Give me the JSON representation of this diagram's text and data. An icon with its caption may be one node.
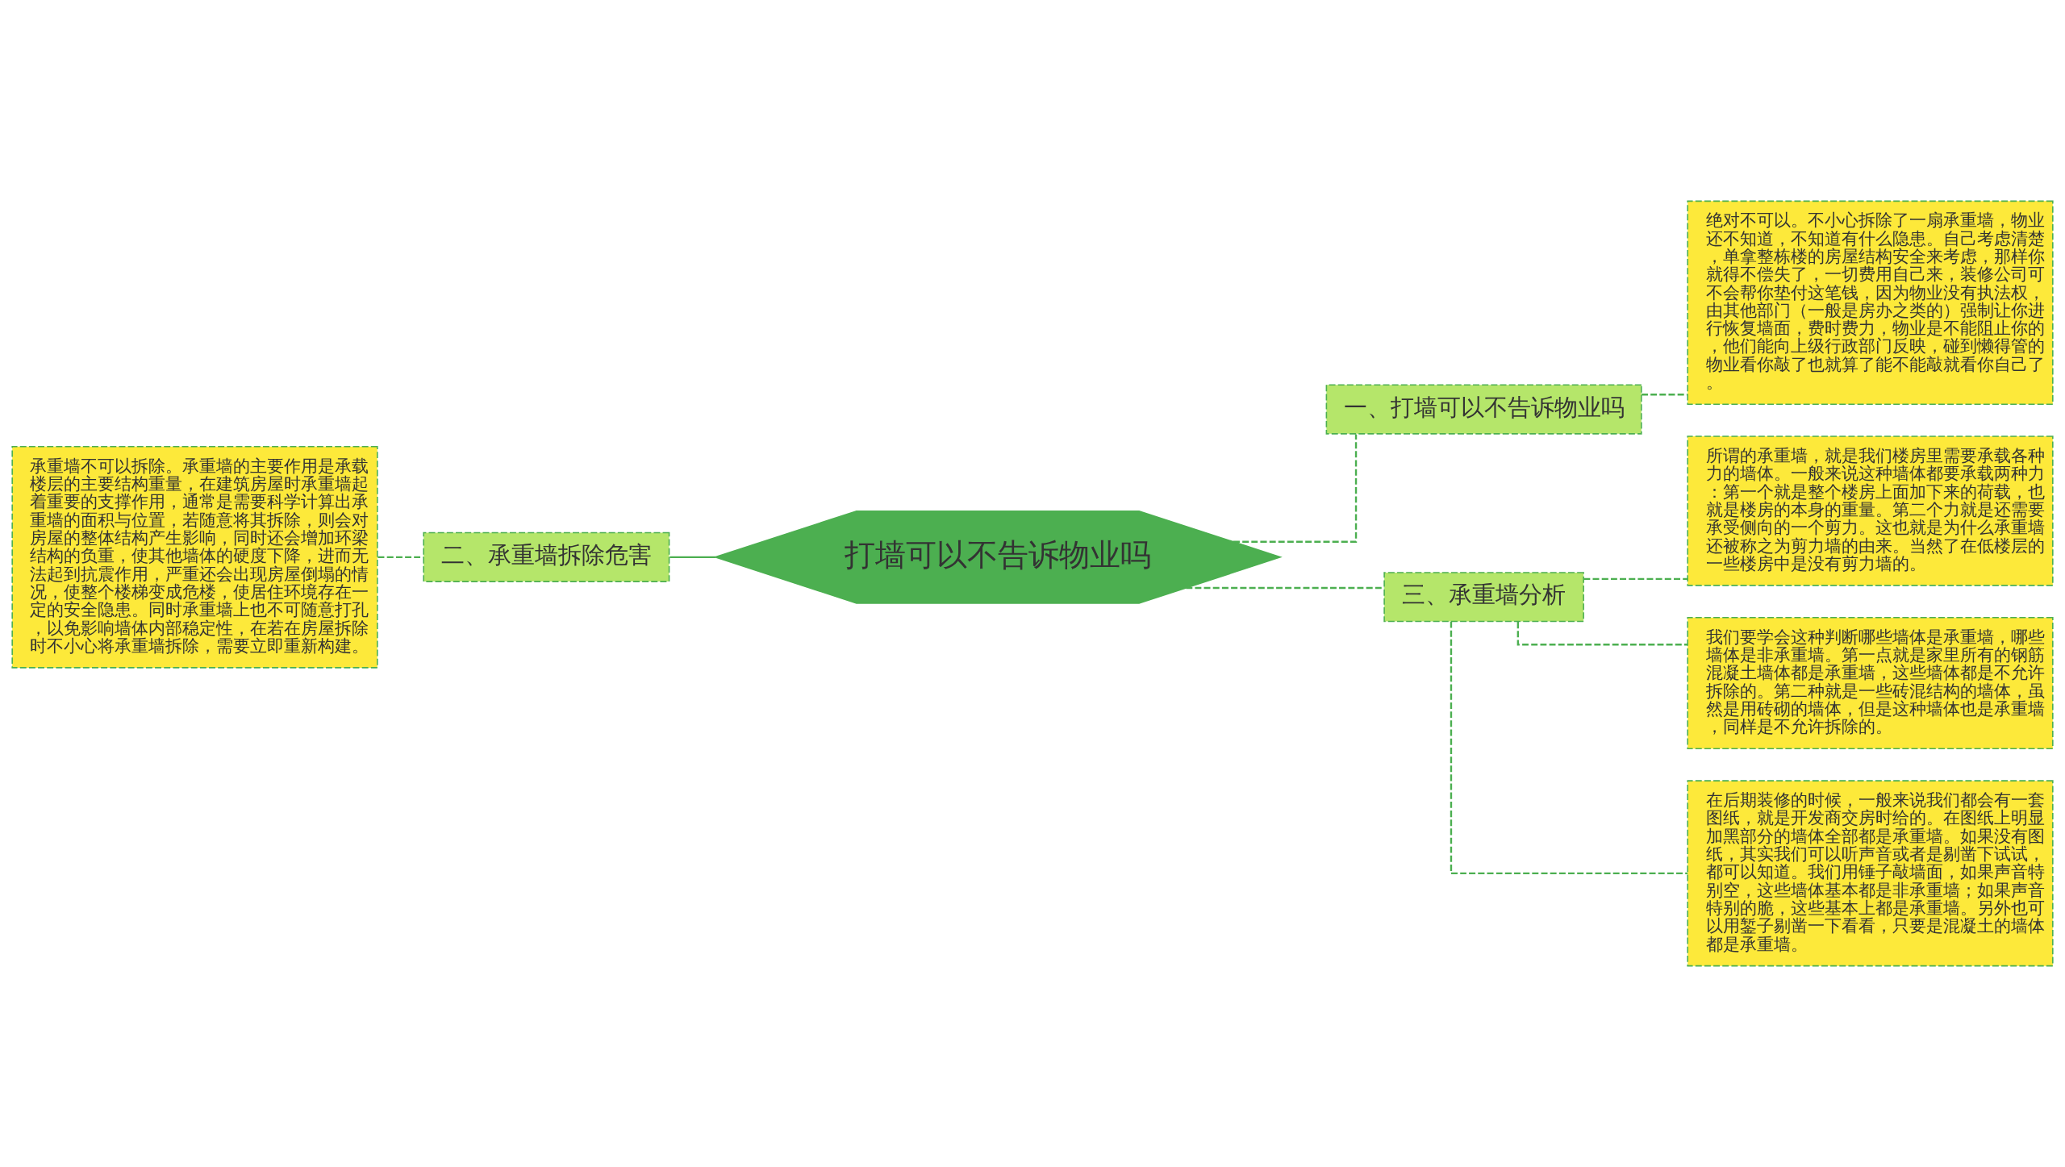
{
  "diagram": {
    "nodes": [
      {
        "text": [
          "打墙可以不告诉物业吗"
        ]
      },
      {
        "text": [
          "一、打墙可以不告诉物业吗"
        ]
      },
      {
        "text": [
          "绝对不可以。不小心拆除了一扇承重墙，物业还不知道，不知道有什么隐患。自己考虑清楚，单拿整栋楼的房屋结构安全来考虑，那样你就得不偿失了，一切费用自己来，装修公司可不会帮你垫付这笔钱，因为物业没有执法权，由其他部门（一般是房办之类的）强制让你进行恢复墙面，费时费力，物业是不能阻止你的，他们能向上级行政部门反映，碰到懒得管的物业看你敲了也就算了能不能敲就看你自己了。"
        ]
      },
      {
        "text": [
          "二、承重墙拆除危害"
        ]
      },
      {
        "text": [
          "承重墙不可以拆除。承重墙的主要作用是承载楼层的主要结构重量，在建筑房屋时承重墙起着重要的支撑作用，通常是需要科学计算出承重墙的面积与位置，若随意将其拆除，则会对房屋的整体结构产生影响，同时还会增加环梁结构的负重，使其他墙体的硬度下降，进而无法起到抗震作用，严重还会出现房屋倒塌的情况，使整个楼梯变成危楼，使居住环境存在一定的安全隐患。同时承重墙上也不可随意打孔，以免影响墙体内部稳定性，在若在房屋拆除时不小心将承重墙拆除，需要立即重新构建。"
        ]
      },
      {
        "text": [
          "三、承重墙分析"
        ]
      },
      {
        "text": [
          "所谓的承重墙，就是我们楼房里需要承载各种力的墙体。一般来说这种墙体都要承载两种力：第一个就是整个楼房上面加下来的荷载，也就是楼房的本身的重量。第二个力就是还需要承受侧向的一个剪力。这也就是为什么承重墙还被称之为剪力墙的由来。当然了在低楼层的一些楼房中是没有剪力墙的。"
        ]
      },
      {
        "text": [
          "我们要学会这种判断哪些墙体是承重墙，哪些墙体是非承重墙。第一点就是家里所有的钢筋混凝土墙体都是承重墙，这些墙体都是不允许拆除的。第二种就是一些砖混结构的墙体，虽然是用砖砌的墙体，但是这种墙体也是承重墙，同样是不允许拆除的。"
        ]
      },
      {
        "text": [
          "在后期装修的时候，一般来说我们都会有一套图纸，就是开发商交房时给的。在图纸上明显加黑部分的墙体全部都是承重墙。如果没有图纸，其实我们可以听声音或者是剔凿下试试，都可以知道。我们用锤子敲墙面，如果声音特别空，这些墙体基本都是非承重墙；如果声音特别的脆，这些基本上都是承重墙。另外也可以用錾子剔凿一下看看，只要是混凝土的墙体都是承重墙。"
        ]
      }
    ],
    "edges": [
      {
        "from": 0,
        "to": 1,
        "arrow": "none",
        "style": "dashed"
      },
      {
        "from": 1,
        "to": 2,
        "arrow": "none",
        "style": "dashed"
      },
      {
        "from": 0,
        "to": 3,
        "arrow": "none"
      },
      {
        "from": 3,
        "to": 4,
        "arrow": "none",
        "style": "dashed"
      },
      {
        "from": 0,
        "to": 5,
        "arrow": "none",
        "style": "dashed"
      },
      {
        "from": 5,
        "to": 6,
        "arrow": "none",
        "style": "dashed"
      },
      {
        "from": 5,
        "to": 7,
        "arrow": "none",
        "style": "dashed"
      },
      {
        "from": 5,
        "to": 8,
        "arrow": "none",
        "style": "dashed"
      }
    ]
  }
}
